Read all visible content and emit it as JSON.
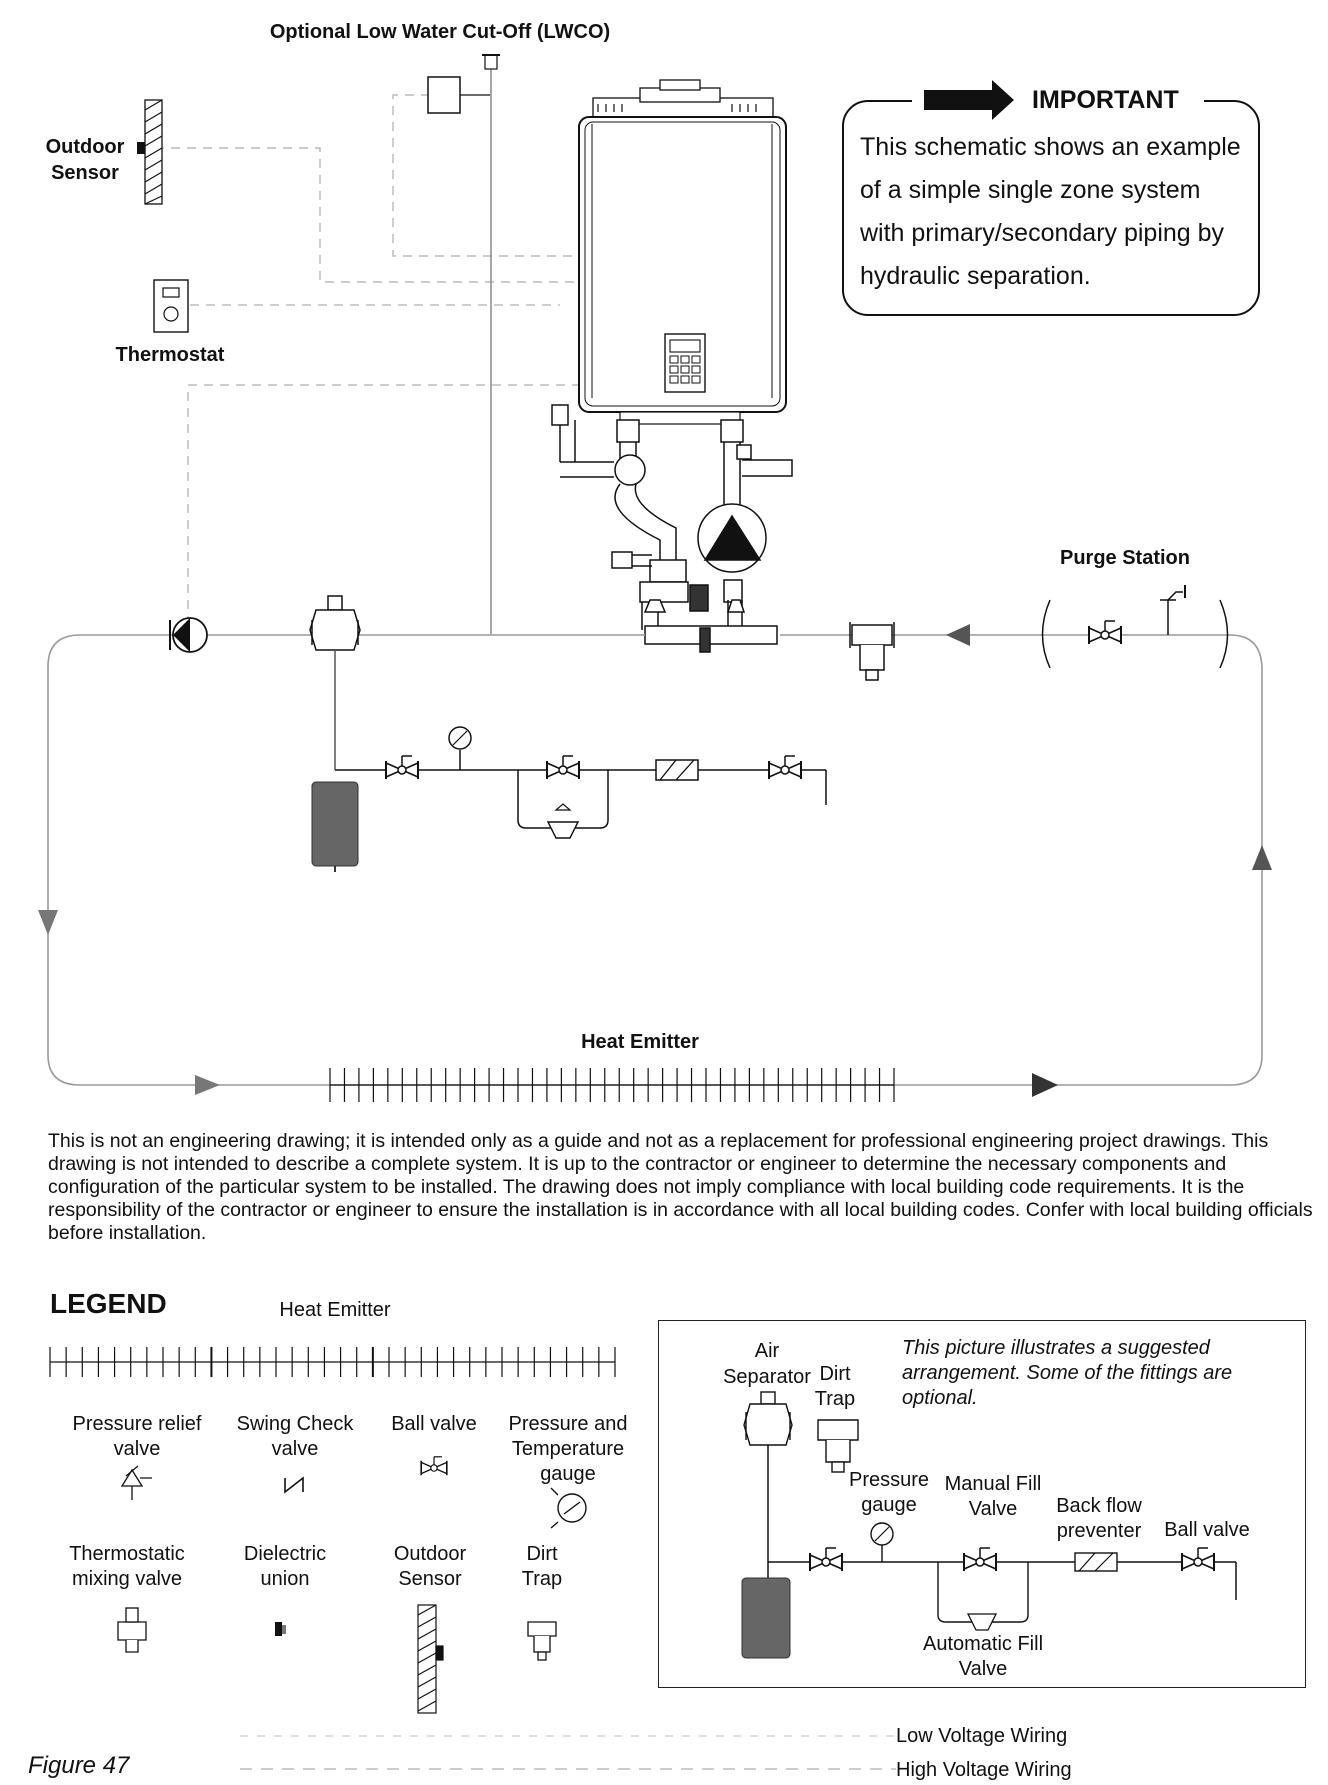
{
  "diagram": {
    "lwco_label": "Optional Low Water Cut-Off (LWCO)",
    "outdoor_sensor_label": "Outdoor\nSensor",
    "thermostat_label": "Thermostat",
    "purge_station_label": "Purge Station",
    "heat_emitter_label": "Heat Emitter"
  },
  "important": {
    "title": "IMPORTANT",
    "text": "This schematic shows an example of a simple single zone system with primary/secondary piping by hydraulic separation."
  },
  "disclaimer": "This is not an engineering drawing; it is intended only as a guide and not as a replacement for professional engineering project drawings. This drawing is not intended to describe a complete system. It is up to the contractor or engineer to determine the necessary components and configuration of the particular system to be installed. The drawing does not imply compliance with local building code requirements. It is the responsibility of the contractor or engineer to ensure the installation is in accordance with all local building codes. Confer with local building officials before installation.",
  "legend": {
    "title": "LEGEND",
    "heat_emitter": "Heat Emitter",
    "items": [
      {
        "label": "Pressure relief\nvalve",
        "icon": "pressure-relief-valve-icon"
      },
      {
        "label": "Swing Check\nvalve",
        "icon": "swing-check-valve-icon"
      },
      {
        "label": "Ball valve",
        "icon": "ball-valve-icon"
      },
      {
        "label": "Pressure and\nTemperature\ngauge",
        "icon": "pressure-temperature-gauge-icon"
      },
      {
        "label": "Thermostatic\nmixing valve",
        "icon": "thermostatic-mixing-valve-icon"
      },
      {
        "label": "Dielectric\nunion",
        "icon": "dielectric-union-icon"
      },
      {
        "label": "Outdoor\nSensor",
        "icon": "outdoor-sensor-icon"
      },
      {
        "label": "Dirt\nTrap",
        "icon": "dirt-trap-icon"
      }
    ],
    "low_voltage": "Low Voltage Wiring",
    "high_voltage": "High Voltage Wiring"
  },
  "inset": {
    "note": "This picture illustrates a suggested arrangement. Some of the fittings are optional.",
    "air_separator": "Air\nSeparator",
    "dirt_trap": "Dirt\nTrap",
    "pressure_gauge": "Pressure\ngauge",
    "manual_fill": "Manual Fill\nValve",
    "back_flow": "Back flow\npreventer",
    "ball_valve": "Ball valve",
    "auto_fill": "Automatic Fill\nValve"
  },
  "figure_label": "Figure 47",
  "colors": {
    "line": "#111111",
    "pipe": "#999999",
    "tank": "#666666",
    "wire": "#bbbbbb"
  }
}
